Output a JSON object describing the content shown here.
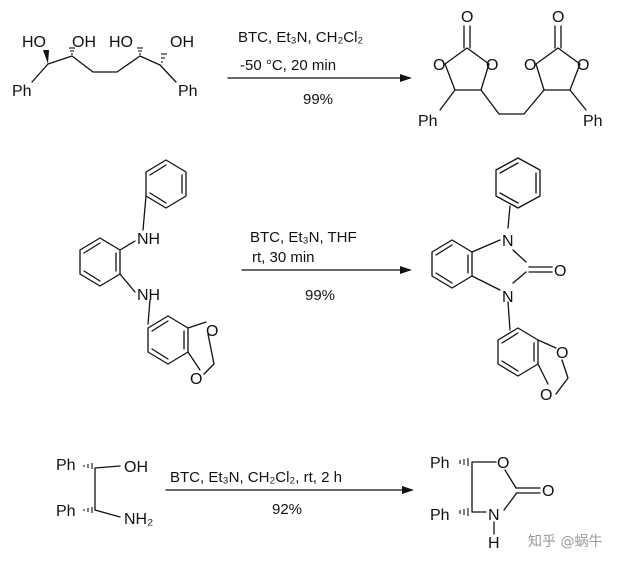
{
  "reactions": [
    {
      "reagents_line1": "BTC, Et₃N, CH₂Cl₂",
      "reagents_line2": "-50 °C, 20 min",
      "yield": "99%",
      "substrate_labels": {
        "oh1": "HO",
        "oh2": "OH",
        "oh3": "HO",
        "oh4": "OH",
        "ph_left": "Ph",
        "ph_right": "Ph"
      },
      "product_labels": {
        "o_top_left": "O",
        "o_ring1_l": "O",
        "o_ring1_r": "O",
        "o_top_right": "O",
        "o_ring2_l": "O",
        "o_ring2_r": "O",
        "ph_left": "Ph",
        "ph_right": "Ph"
      }
    },
    {
      "reagents_line1": "BTC, Et₃N, THF",
      "reagents_line2": "rt, 30 min",
      "yield": "99%",
      "substrate_labels": {
        "nh_top": "NH",
        "nh_bottom": "NH",
        "o1": "O",
        "o2": "O"
      },
      "product_labels": {
        "n_top": "N",
        "n_bottom": "N",
        "o_carbonyl": "O",
        "o1": "O",
        "o2": "O"
      }
    },
    {
      "reagents_line1": "BTC, Et₃N, CH₂Cl₂, rt, 2 h",
      "reagents_line2": "",
      "yield": "92%",
      "substrate_labels": {
        "ph_top": "Ph",
        "oh": "OH",
        "ph_bottom": "Ph",
        "nh2": "NH₂"
      },
      "product_labels": {
        "ph_top": "Ph",
        "ph_bottom": "Ph",
        "o_ring": "O",
        "o_carbonyl": "O",
        "n": "N",
        "h": "H"
      }
    }
  ],
  "watermark": "知乎 @蜗牛"
}
